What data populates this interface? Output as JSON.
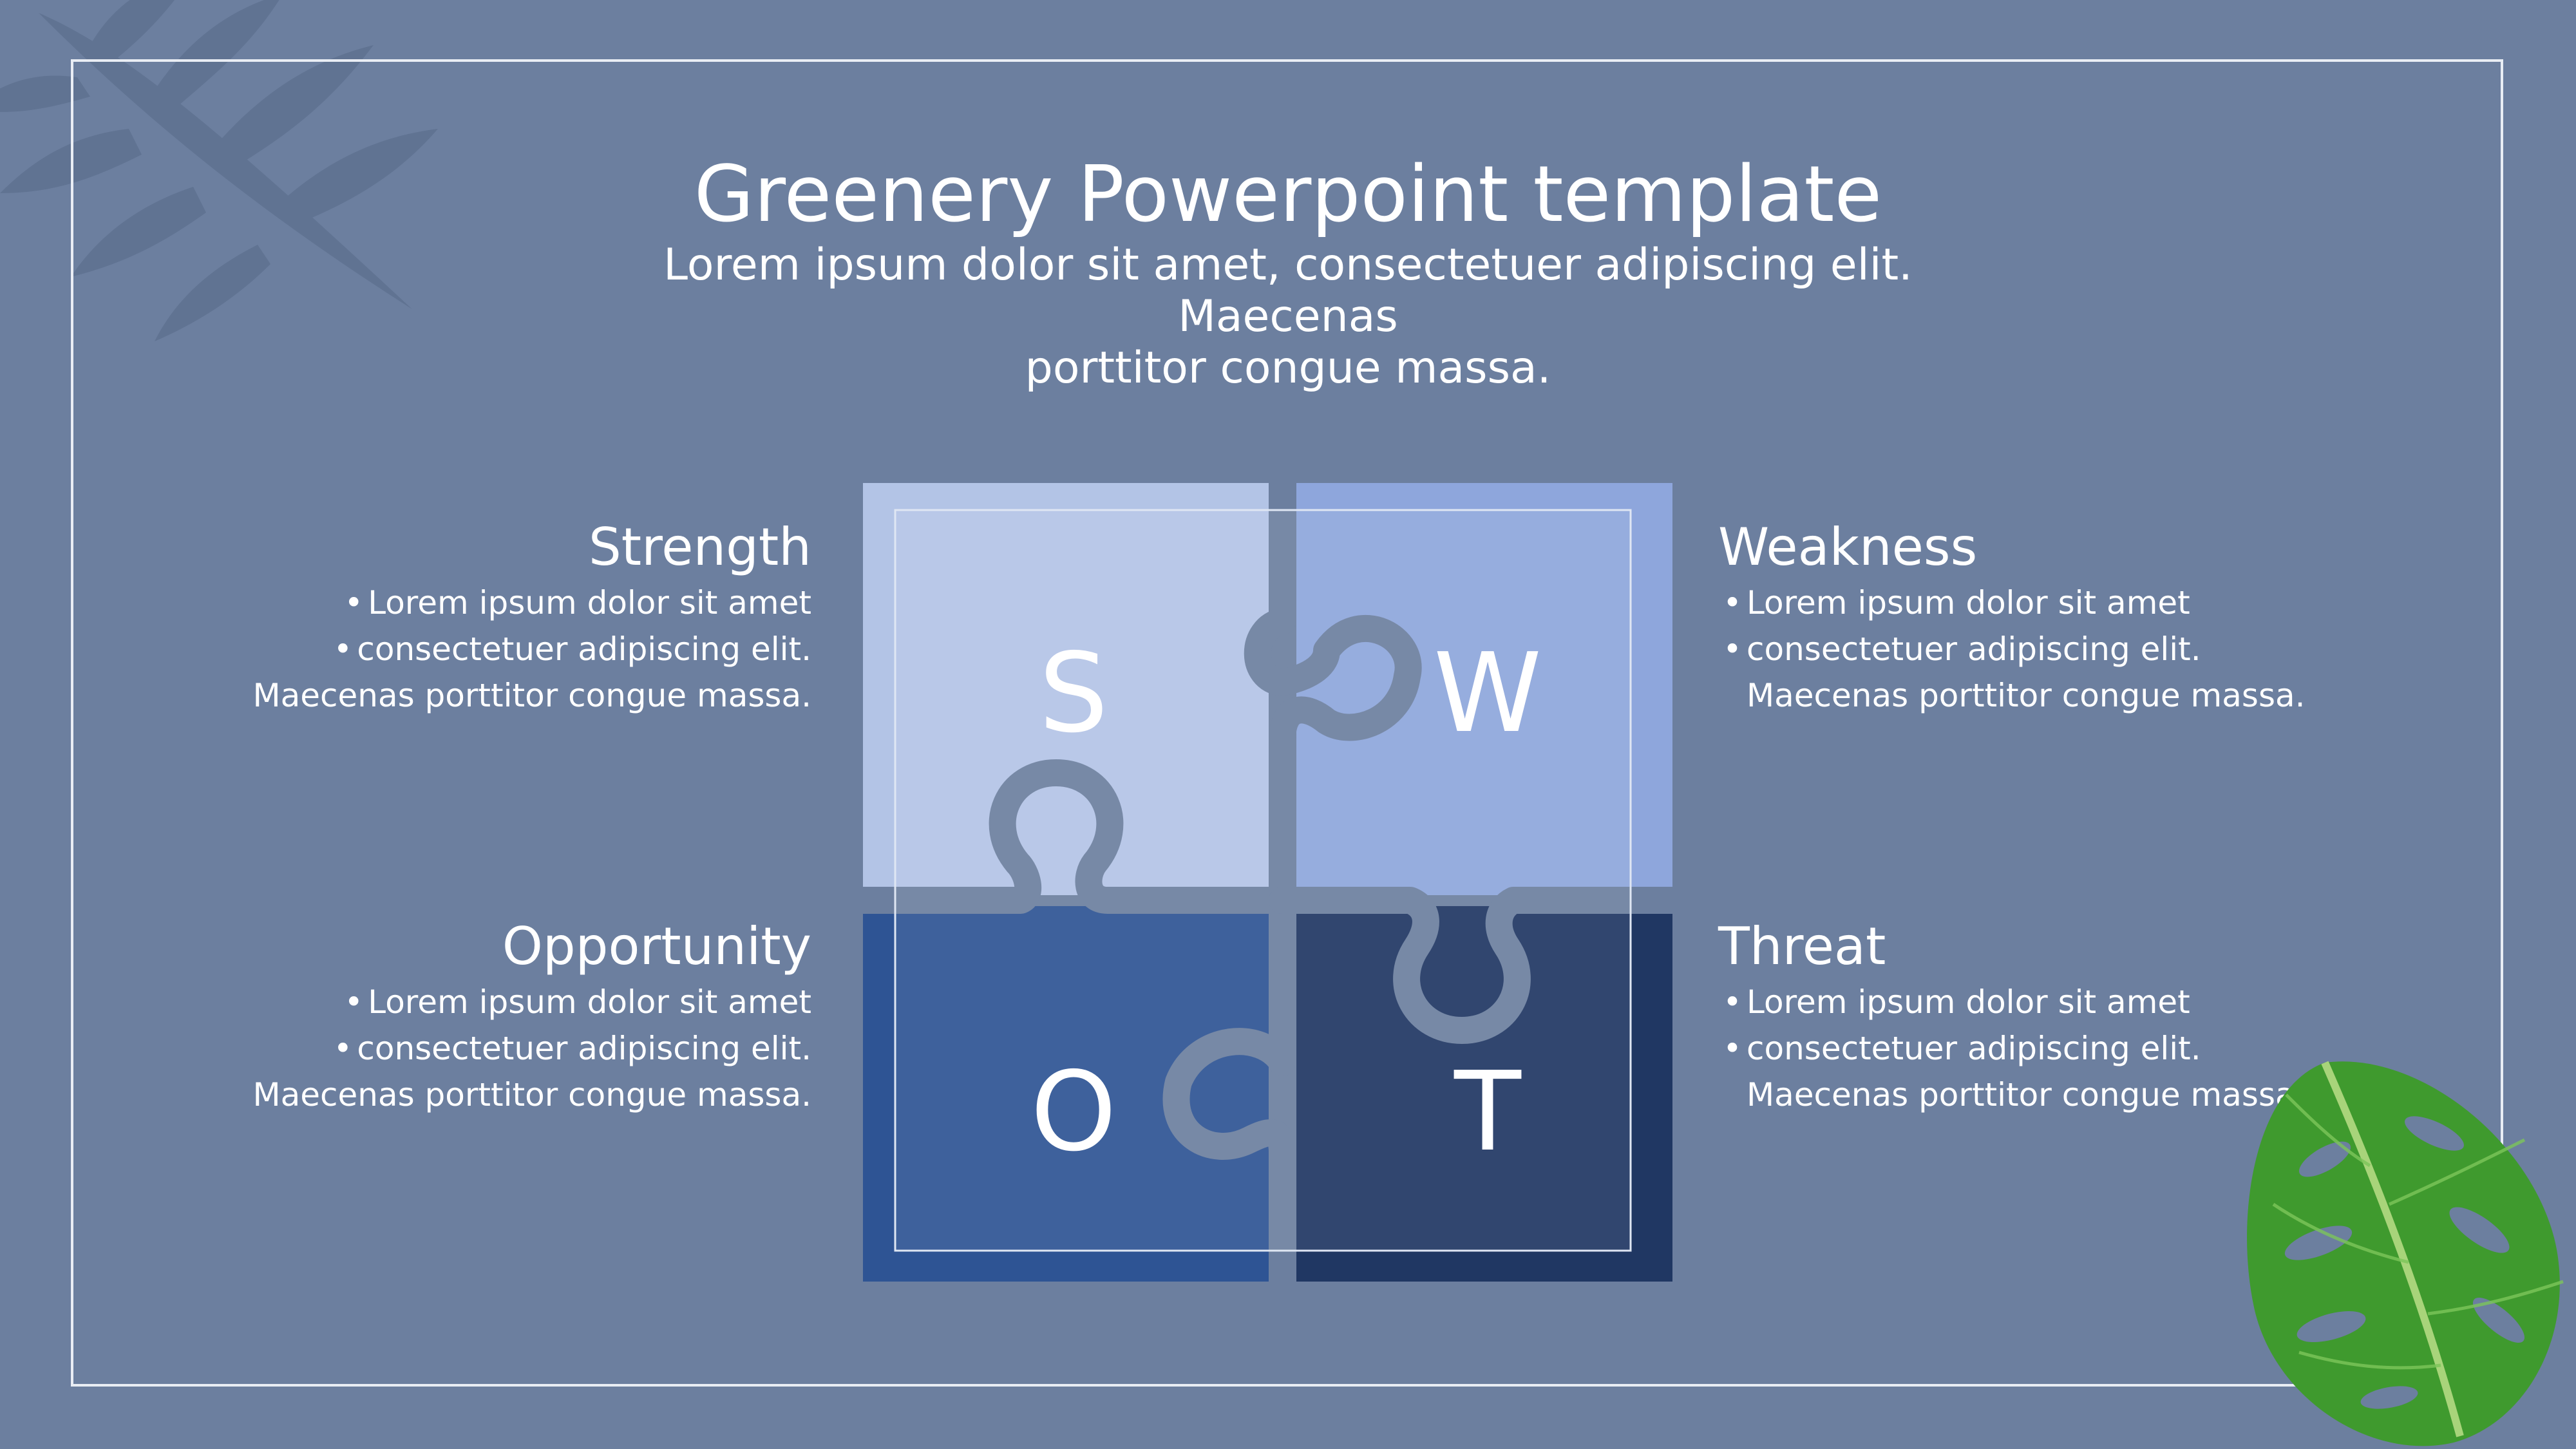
{
  "title": "Greenery Powerpoint template",
  "subtitle_line1": "Lorem ipsum dolor sit amet, consectetuer adipiscing elit. Maecenas",
  "subtitle_line2": "porttitor congue massa.",
  "colors": {
    "background": "#6c7f9f",
    "piece_s": "#b3c4e6",
    "piece_w": "#8ea6dc",
    "piece_o": "#2e5494",
    "piece_t": "#203763"
  },
  "puzzle": {
    "s": "S",
    "w": "W",
    "o": "O",
    "t": "T"
  },
  "strength": {
    "heading": "Strength",
    "bullet1": "Lorem ipsum dolor sit amet",
    "bullet2": "consectetuer adipiscing elit.",
    "line3": "Maecenas porttitor congue massa."
  },
  "weakness": {
    "heading": "Weakness",
    "bullet1": "Lorem ipsum dolor sit amet",
    "bullet2": "consectetuer adipiscing elit.",
    "line3": "Maecenas porttitor congue massa."
  },
  "opportunity": {
    "heading": "Opportunity",
    "bullet1": "Lorem ipsum dolor sit amet",
    "bullet2": "consectetuer adipiscing elit.",
    "line3": "Maecenas porttitor congue massa."
  },
  "threat": {
    "heading": "Threat",
    "bullet1": "Lorem ipsum dolor sit amet",
    "bullet2": "consectetuer adipiscing elit.",
    "line3": "Maecenas porttitor congue massa."
  },
  "decorations": {
    "top_left": "palm-shadow-icon",
    "bottom_right": "monstera-leaf-icon"
  }
}
